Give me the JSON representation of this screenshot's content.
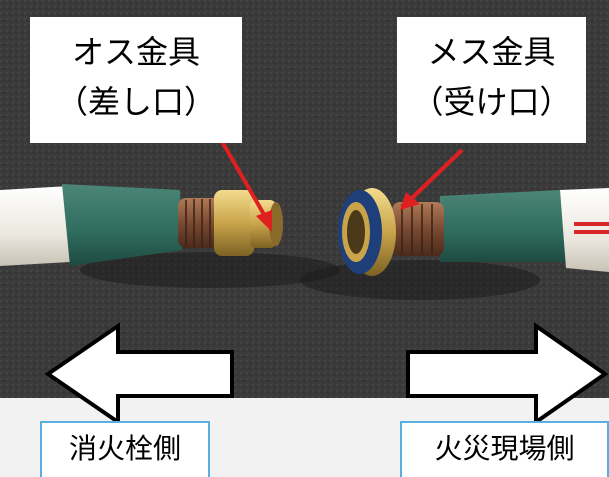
{
  "labels": {
    "male_fitting": {
      "line1": "オス金具",
      "line2": "（差し口）"
    },
    "female_fitting": {
      "line1": "メス金具",
      "line2": "（受け口）"
    },
    "hydrant_side": "消火栓側",
    "scene_side": "火災現場側"
  },
  "colors": {
    "asphalt": "#3a3a3a",
    "road_line": "#f2f2f2",
    "hose_jacket": "#2f6b5e",
    "hose_white": "#ece8e0",
    "brass": "#c9a44a",
    "copper_binding": "#7a4a32",
    "blue_ring": "#1f3f7a",
    "pointer_arrow": "#e02020",
    "label_border": "#5aaee0"
  },
  "icons": {
    "left": "arrow-left-icon",
    "right": "arrow-right-icon"
  }
}
